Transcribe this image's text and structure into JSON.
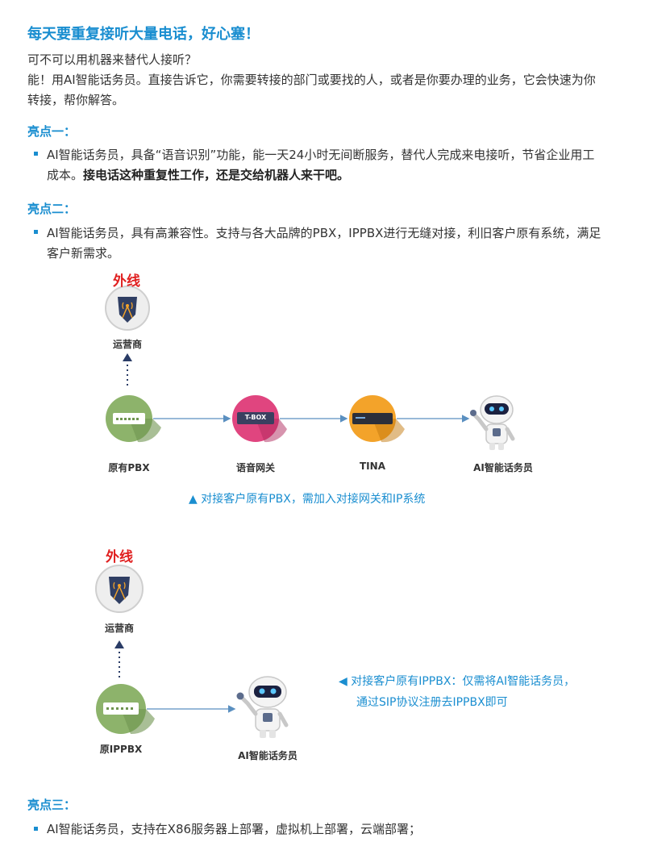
{
  "title": "每天要重复接听大量电话，好心塞！",
  "intro": {
    "line1": "可不可以用机器来替代人接听？",
    "line2": "能！用AI智能话务员。直接告诉它，你需要转接的部门或要找的人，或者是你要办理的业务，它会快速为你",
    "line3": "转接，帮你解答。"
  },
  "highlight1": {
    "heading": "亮点一：",
    "line1": "AI智能话务员，具备“语音识别”功能，能一天24小时无间断服务，替代人完成来电接听，节省企业用工",
    "line2_plain": "成本。",
    "line2_bold": "接电话这种重复性工作，还是交给机器人来干吧。"
  },
  "highlight2": {
    "heading": "亮点二：",
    "line1": "AI智能话务员，具有高兼容性。支持与各大品牌的PBX，IPPBX进行无缝对接，利旧客户原有系统，满足",
    "line2": "客户新需求。"
  },
  "diagram1": {
    "outside_line": "外线",
    "carrier": "运营商",
    "pbx": "原有PBX",
    "gateway": "语音网关",
    "gateway_device": "T-BOX",
    "tina": "TINA",
    "robot": "AI智能话务员",
    "caption": "▲ 对接客户原有PBX，需加入对接网关和IP系统"
  },
  "diagram2": {
    "outside_line": "外线",
    "carrier": "运营商",
    "ippbx": "原IPPBX",
    "robot": "AI智能话务员",
    "caption_line1": "◀  对接客户原有IPPBX：仅需将AI智能话务员，",
    "caption_line2": "通过SIP协议注册去IPPBX即可"
  },
  "highlight3": {
    "heading": "亮点三：",
    "line1": "AI智能话务员，支持在X86服务器上部署，虚拟机上部署，云端部署；"
  },
  "colors": {
    "accent": "#1a8ed0",
    "alert": "#e02020",
    "pbx_green": "#8db36b",
    "gateway_pink": "#e0457f",
    "tina_orange": "#f3a32a"
  }
}
